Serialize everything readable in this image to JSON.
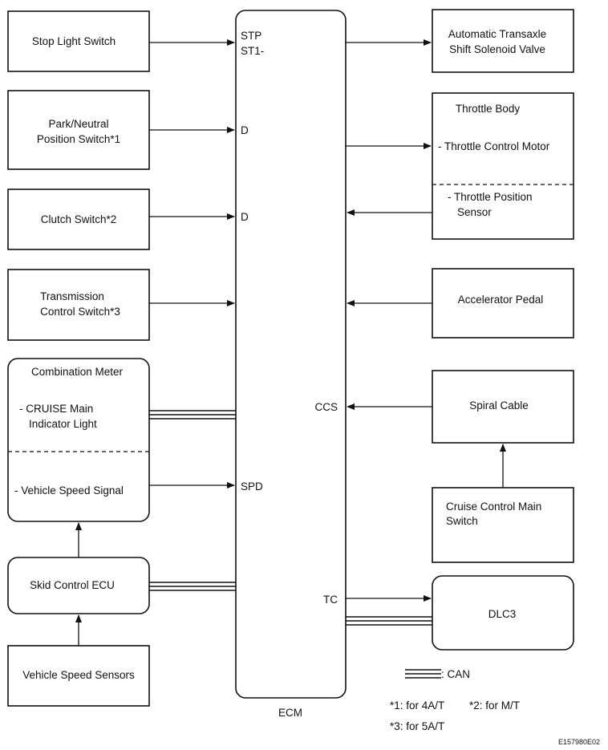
{
  "ecm": {
    "label": "ECM"
  },
  "pins": {
    "stp": "STP",
    "st1": "ST1-",
    "d1": "D",
    "d2": "D",
    "ccs": "CCS",
    "spd": "SPD",
    "tc": "TC"
  },
  "left": {
    "stop_light": "Stop Light Switch",
    "park_neutral": [
      "Park/Neutral",
      "Position Switch*1"
    ],
    "clutch": "Clutch Switch*2",
    "trans_ctrl": [
      "Transmission",
      "Control Switch*3"
    ],
    "combo_title": "Combination Meter",
    "combo_cruise": [
      "- CRUISE Main",
      "Indicator Light"
    ],
    "combo_speed": "- Vehicle Speed Signal",
    "skid": "Skid Control ECU",
    "vss": "Vehicle Speed Sensors"
  },
  "right": {
    "ats": [
      "Automatic Transaxle",
      "Shift Solenoid Valve"
    ],
    "tb_title": "Throttle Body",
    "tb_motor": "- Throttle Control Motor",
    "tb_sensor": [
      "- Throttle Position",
      "Sensor"
    ],
    "accel": "Accelerator Pedal",
    "spiral": "Spiral Cable",
    "cruise_main": [
      "Cruise Control Main",
      "Switch"
    ],
    "dlc3": "DLC3"
  },
  "legend": {
    "can": ": CAN",
    "note1": "*1: for 4A/T",
    "note2": "*2: for M/T",
    "note3": "*3: for 5A/T"
  },
  "figure_id": "E157980E02"
}
